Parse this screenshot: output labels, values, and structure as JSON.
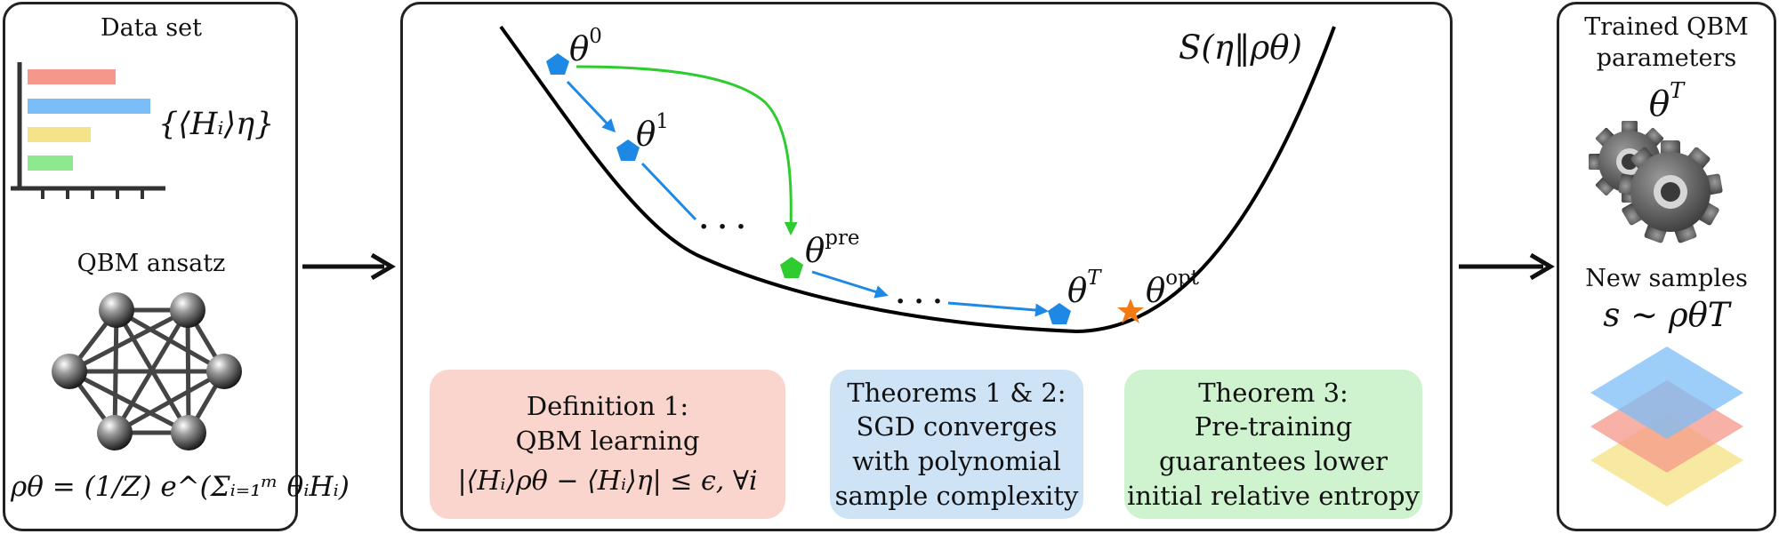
{
  "left_panel": {
    "dataset_title": "Data set",
    "expectation_set": "{⟨Hᵢ⟩η}",
    "bar_colors": [
      "#f5978a",
      "#7bbdf7",
      "#f5e38a",
      "#8ee88e"
    ],
    "ansatz_title": "QBM ansatz",
    "model_formula": "ρθ = (1/Z) e^(Σᵢ₌₁ᵐ θᵢHᵢ)"
  },
  "center_panel": {
    "curve_label": "S(η‖ρθ)",
    "points": {
      "theta0": {
        "base": "θ",
        "sup": "0"
      },
      "theta1": {
        "base": "θ",
        "sup": "1"
      },
      "theta_pre": {
        "base": "θ",
        "sup": "pre"
      },
      "theta_T": {
        "base": "θ",
        "sup": "T"
      },
      "theta_opt": {
        "base": "θ",
        "sup": "opt"
      }
    },
    "ellipsis": "· · ·",
    "colors": {
      "sgd": "#1e88e5",
      "pretrain": "#2ecc2e",
      "optimum": "#f47a16"
    },
    "boxes": [
      {
        "lines": [
          "Definition 1:",
          "QBM learning",
          "|⟨Hᵢ⟩ρθ − ⟨Hᵢ⟩η| ≤ ϵ, ∀i"
        ],
        "color": "#f9d5cd"
      },
      {
        "lines": [
          "Theorems 1 & 2:",
          "SGD converges",
          "with polynomial",
          "sample complexity"
        ],
        "color": "#cfe3f7"
      },
      {
        "lines": [
          "Theorem 3:",
          "Pre-training",
          "guarantees lower",
          "initial relative entropy"
        ],
        "color": "#cff3cf"
      }
    ]
  },
  "right_panel": {
    "title_line1": "Trained QBM",
    "title_line2": "parameters",
    "theta_T": {
      "base": "θ",
      "sup": "T"
    },
    "samples_title": "New samples",
    "samples_formula": "s ∼ ρθT",
    "layer_colors": [
      "#f5e38a",
      "#f5978a",
      "#7bbdf7"
    ]
  }
}
